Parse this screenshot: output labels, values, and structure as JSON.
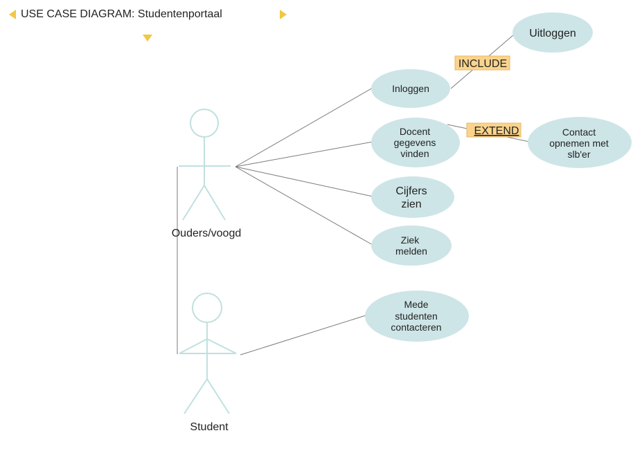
{
  "header": {
    "title": "USE CASE DIAGRAM: Studentenportaal",
    "accent_color": "#f2c744"
  },
  "actors": {
    "parent": "Ouders/voogd",
    "student": "Student"
  },
  "use_cases": {
    "inloggen": "Inloggen",
    "uitloggen": "Uitloggen",
    "docent": [
      "Docent",
      "gegevens",
      "vinden"
    ],
    "contact": [
      "Contact",
      "opnemen met",
      "slb'er"
    ],
    "cijfers": [
      "Cijfers",
      "zien"
    ],
    "ziek": [
      "Ziek",
      "melden"
    ],
    "mede": [
      "Mede",
      "studenten",
      "contacteren"
    ]
  },
  "relations": {
    "include": "INCLUDE",
    "extend": "EXTEND"
  },
  "colors": {
    "use_case_fill": "#cde5e7",
    "actor_stroke": "#bfe0df",
    "stereotype_fill": "#fbd38c",
    "line": "#7a7a7a"
  }
}
